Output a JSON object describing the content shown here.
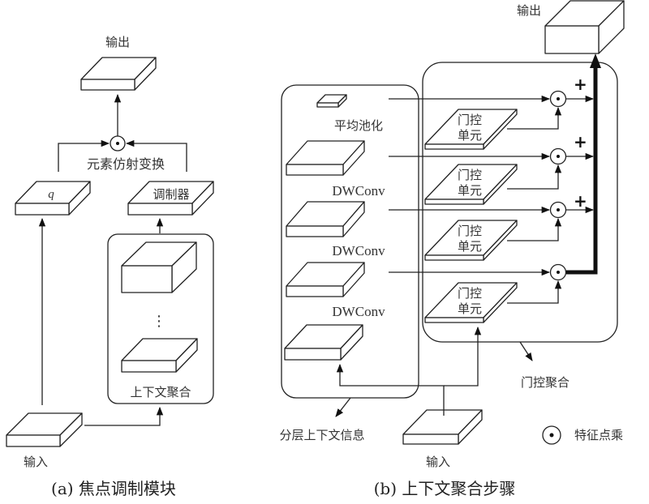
{
  "panel_a": {
    "caption": "(a) 焦点调制模块",
    "output_label": "输出",
    "input_label": "输入",
    "q_label": "q",
    "modulator_label": "调制器",
    "affine_label": "元素仿射变换",
    "context_agg_label": "上下文聚合",
    "ellipsis": "⋮"
  },
  "panel_b": {
    "caption": "(b) 上下文聚合步骤",
    "output_label": "输出",
    "input_label": "输入",
    "levels": [
      {
        "label": "平均池化"
      },
      {
        "label": "DWConv"
      },
      {
        "label": "DWConv"
      },
      {
        "label": "DWConv"
      }
    ],
    "gate_label_line1": "门控",
    "gate_label_line2": "单元",
    "plus": "+",
    "hier_context_label": "分层上下文信息",
    "gated_agg_label": "门控聚合",
    "legend_label": "特征点乘"
  }
}
